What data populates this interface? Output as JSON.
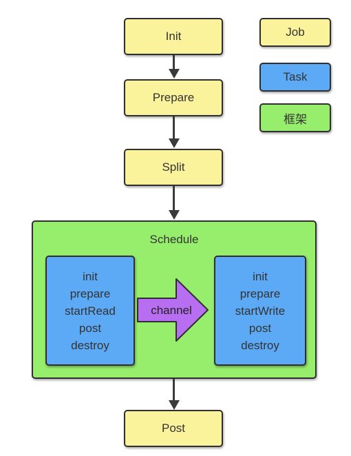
{
  "flow": {
    "init": "Init",
    "prepare": "Prepare",
    "split": "Split",
    "schedule": "Schedule",
    "post": "Post"
  },
  "legend": {
    "job": "Job",
    "task": "Task",
    "framework": "框架"
  },
  "reader_task": {
    "lines": [
      "init",
      "prepare",
      "startRead",
      "post",
      "destroy"
    ]
  },
  "writer_task": {
    "lines": [
      "init",
      "prepare",
      "startWrite",
      "post",
      "destroy"
    ]
  },
  "channel": {
    "label": "channel"
  },
  "colors": {
    "job": "#fbf39b",
    "task": "#5ca9f5",
    "framework": "#97ed6c",
    "channel": "#b86ef0"
  }
}
